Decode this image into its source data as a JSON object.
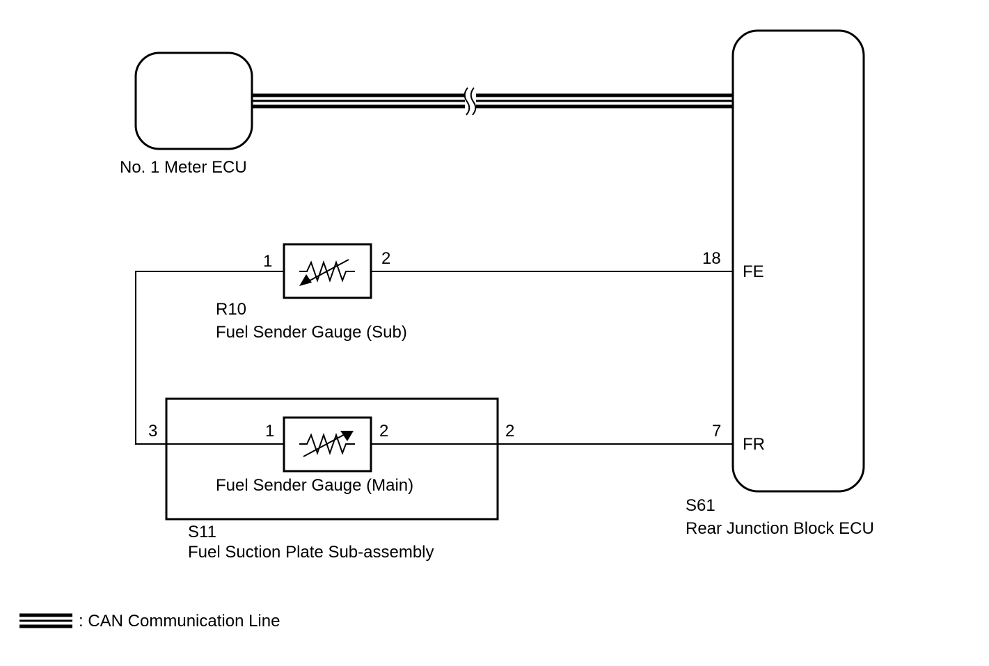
{
  "components": {
    "meter_ecu": {
      "name": "No. 1 Meter ECU"
    },
    "junction_ecu": {
      "code": "S61",
      "name": "Rear Junction Block ECU",
      "pin_fe": "FE",
      "pin_fr": "FR",
      "pin_fe_no": "18",
      "pin_fr_no": "7"
    },
    "sender_sub": {
      "code": "R10",
      "name": "Fuel Sender Gauge (Sub)",
      "pin1": "1",
      "pin2": "2"
    },
    "sender_main": {
      "name": "Fuel Sender Gauge (Main)",
      "pin1": "1",
      "pin2": "2"
    },
    "suction_plate": {
      "code": "S11",
      "name": "Fuel Suction Plate Sub-assembly",
      "pin_left": "3",
      "pin_right": "2"
    }
  },
  "legend": {
    "can_line": ": CAN Communication Line"
  }
}
